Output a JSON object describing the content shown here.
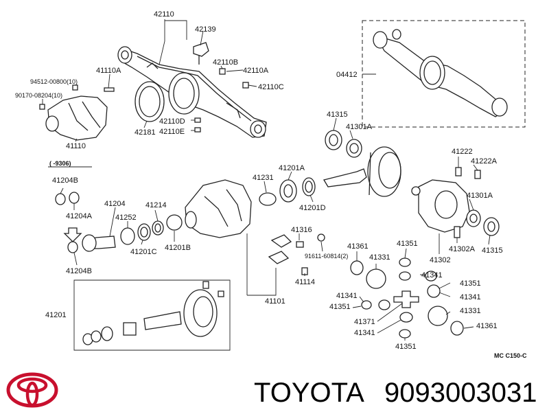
{
  "labels": {
    "l42110": "42110",
    "l42139": "42139",
    "l41110A": "41110A",
    "l42110B": "42110B",
    "l42110A": "42110A",
    "l94512": "94512-00800(10)",
    "l90170": "90170-08204(10)",
    "l42110C": "42110C",
    "l42181": "42181",
    "l42110D": "42110D",
    "l42110E": "42110E",
    "l41110": "41110",
    "l04412": "04412",
    "l41315a": "41315",
    "l41301Aa": "41301A",
    "l9306": "(      -9306)",
    "l41204B": "41204B",
    "l41204A": "41204A",
    "l41204": "41204",
    "l41252": "41252",
    "l41214": "41214",
    "l41231": "41231",
    "l41201A": "41201A",
    "l41201D": "41201D",
    "l41201C": "41201C",
    "l41201B": "41201B",
    "l41204Bb": "41204B",
    "l41222": "41222",
    "l41222A": "41222A",
    "l41301Ab": "41301A",
    "l41302A": "41302A",
    "l41315b": "41315",
    "l41302": "41302",
    "l41316": "41316",
    "l91611": "91611-60814(2)",
    "l41114": "41114",
    "l41101": "41101",
    "l41201": "41201",
    "l41361a": "41361",
    "l41331a": "41331",
    "l41351a": "41351",
    "l41341a": "41341",
    "l41351b": "41351",
    "l41341b": "41341",
    "l41341c": "41341",
    "l41351c": "41351",
    "l41371": "41371",
    "l41331b": "41331",
    "l41341d": "41341",
    "l41361b": "41361",
    "l41351d": "41351",
    "lMC": "MC  C150-C"
  },
  "brand": {
    "name": "TOYOTA",
    "part_number": "9093003031"
  }
}
